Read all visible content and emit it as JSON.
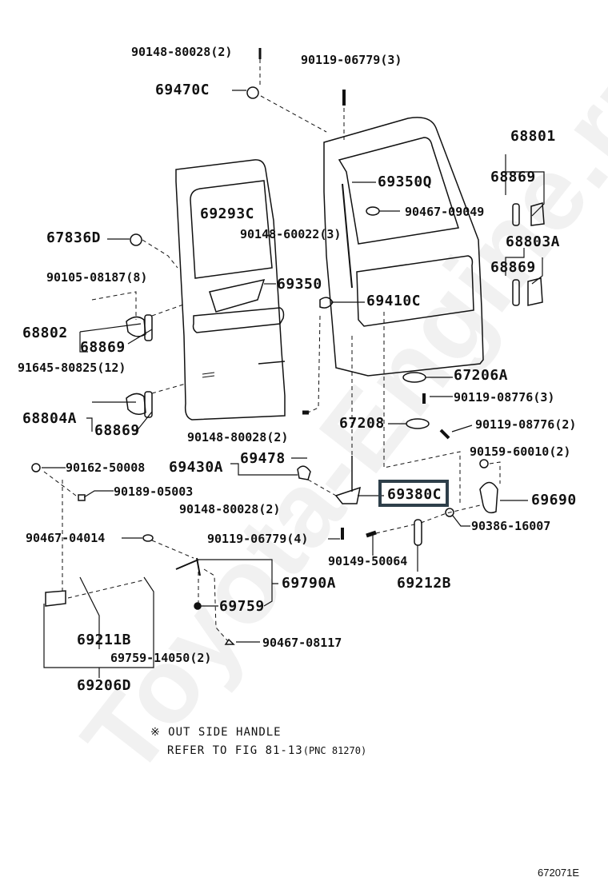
{
  "diagram": {
    "type": "exploded-parts-diagram",
    "subject": "Back door lock & handle assembly",
    "figure_id": "672071E",
    "watermark": "Toyota-Engine.ru",
    "highlighted_part": "69380C",
    "highlight_color": "#2e3f4a",
    "labels": {
      "p90148_80028_top": "90148-80028(2)",
      "p90119_06779_3": "90119-06779(3)",
      "p69470C": "69470C",
      "p69293C": "69293C",
      "p90148_60022": "90148-60022(3)",
      "p67836D": "67836D",
      "p69350Q": "69350Q",
      "p90467_09049": "90467-09049",
      "p68801": "68801",
      "p68869_a": "68869",
      "p68803A": "68803A",
      "p68869_b": "68869",
      "p90105_08187": "90105-08187(8)",
      "p69350": "69350",
      "p69410C": "69410C",
      "p68802": "68802",
      "p68869_c": "68869",
      "p91645_80825": "91645-80825(12)",
      "p67206A": "67206A",
      "p90119_08776_3": "90119-08776(3)",
      "p68804A": "68804A",
      "p68869_d": "68869",
      "p67208": "67208",
      "p90119_08776_2": "90119-08776(2)",
      "p90148_80028_mid": "90148-80028(2)",
      "p90159_60010": "90159-60010(2)",
      "p90162_50008": "90162-50008",
      "p69430A": "69430A",
      "p69478": "69478",
      "p69380C": "69380C",
      "p69690": "69690",
      "p90189_05003": "90189-05003",
      "p90148_80028_low": "90148-80028(2)",
      "p90386_16007": "90386-16007",
      "p90467_04014": "90467-04014",
      "p90119_06779_4": "90119-06779(4)",
      "p90149_50064": "90149-50064",
      "p69790A": "69790A",
      "p69212B": "69212B",
      "p69759": "69759",
      "p69211B": "69211B",
      "p90467_08117": "90467-08117",
      "p69759_14050": "69759-14050(2)",
      "p69206D": "69206D"
    },
    "note": {
      "symbol": "※",
      "line1": "OUT SIDE HANDLE",
      "line2": "REFER TO FIG 81-13",
      "line2_pnc": "(PNC 81270)"
    }
  }
}
